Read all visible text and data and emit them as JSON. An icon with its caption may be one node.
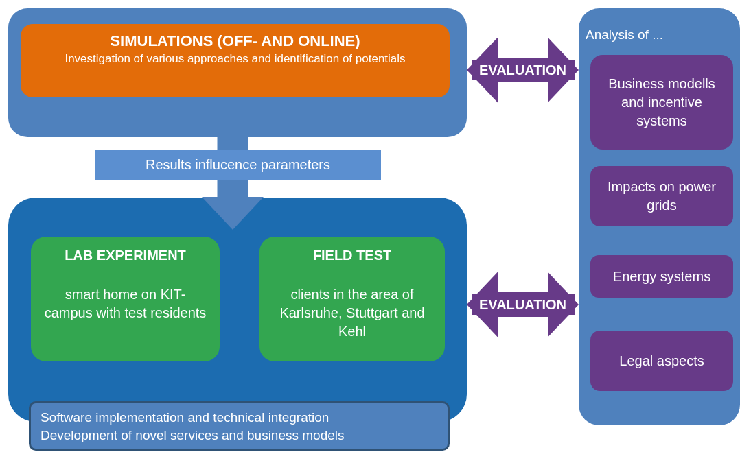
{
  "diagram": {
    "nodes": [
      {
        "text": [],
        "shape": "box"
      },
      {
        "text": [
          "SIMULATIONS (OFF- AND ONLINE)",
          "Investigation of various approaches and identification of potentials"
        ],
        "in": 0
      },
      {
        "text": [],
        "shape": "box"
      },
      {
        "text": [
          "LAB EXPERIMENT",
          "smart home on KIT-campus with test residents"
        ],
        "in": 2
      },
      {
        "text": [
          "FIELD TEST",
          "clients in the area of Karlsruhe, Stuttgart and Kehl"
        ],
        "in": 2
      },
      {
        "text": [
          "Software implementation and technical integration",
          "Development of novel services and business models"
        ]
      },
      {
        "text": [
          "Analysis of ..."
        ]
      },
      {
        "text": [
          "Business modells and incentive systems"
        ],
        "in": 6
      },
      {
        "text": [
          "Impacts on power grids"
        ],
        "in": 6
      },
      {
        "text": [
          "Energy systems"
        ],
        "in": 6
      },
      {
        "text": [
          "Legal aspects"
        ],
        "in": 6
      }
    ],
    "edges": [
      {
        "from": 0,
        "to": 6,
        "arrow": "both",
        "label": "EVALUATION"
      },
      {
        "from": 0,
        "to": 2,
        "arrow": "to",
        "label": "Results influcence parameters",
        "color": "#4f81bd"
      },
      {
        "from": 2,
        "to": 6,
        "arrow": "both",
        "label": "EVALUATION"
      }
    ]
  }
}
